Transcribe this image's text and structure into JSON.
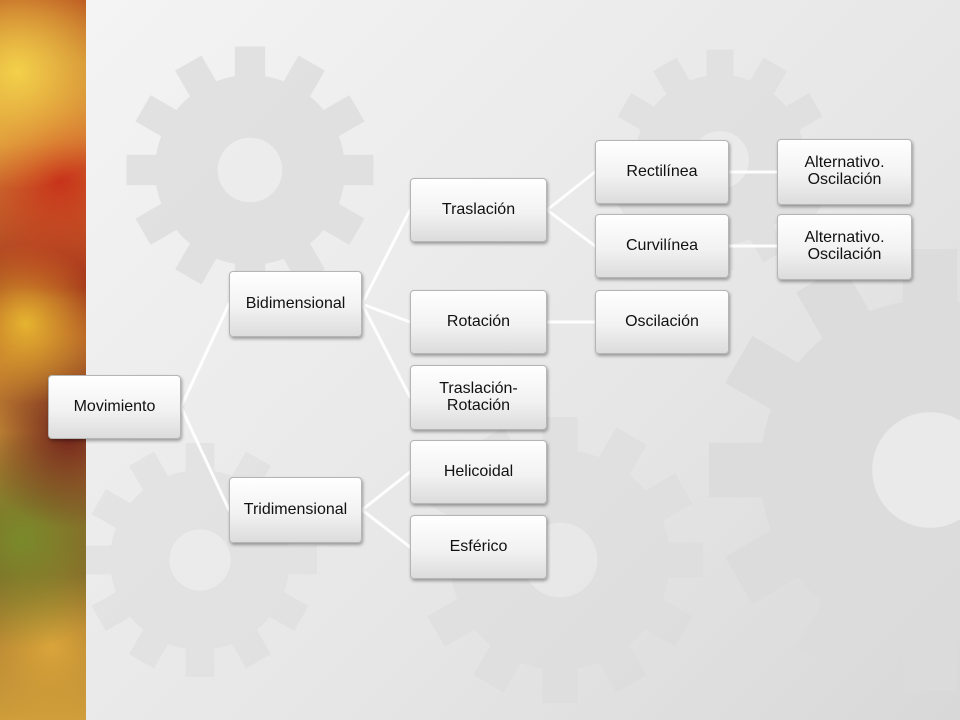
{
  "diagram": {
    "root": {
      "label": "Movimiento"
    },
    "level1": [
      {
        "label": "Bidimensional"
      },
      {
        "label": "Tridimensional"
      }
    ],
    "level2": [
      {
        "label": "Traslación"
      },
      {
        "label": "Rotación"
      },
      {
        "label": "Traslación- Rotación"
      },
      {
        "label": "Helicoidal"
      },
      {
        "label": "Esférico"
      }
    ],
    "level3": [
      {
        "label": "Rectilínea"
      },
      {
        "label": "Curvilínea"
      },
      {
        "label": "Oscilación"
      }
    ],
    "level4": [
      {
        "label": "Alternativo. Oscilación"
      },
      {
        "label": "Alternativo. Oscilación"
      }
    ]
  },
  "colors": {
    "connector": "#ffffff",
    "node_border": "#b5b5b5",
    "text": "#111111"
  }
}
